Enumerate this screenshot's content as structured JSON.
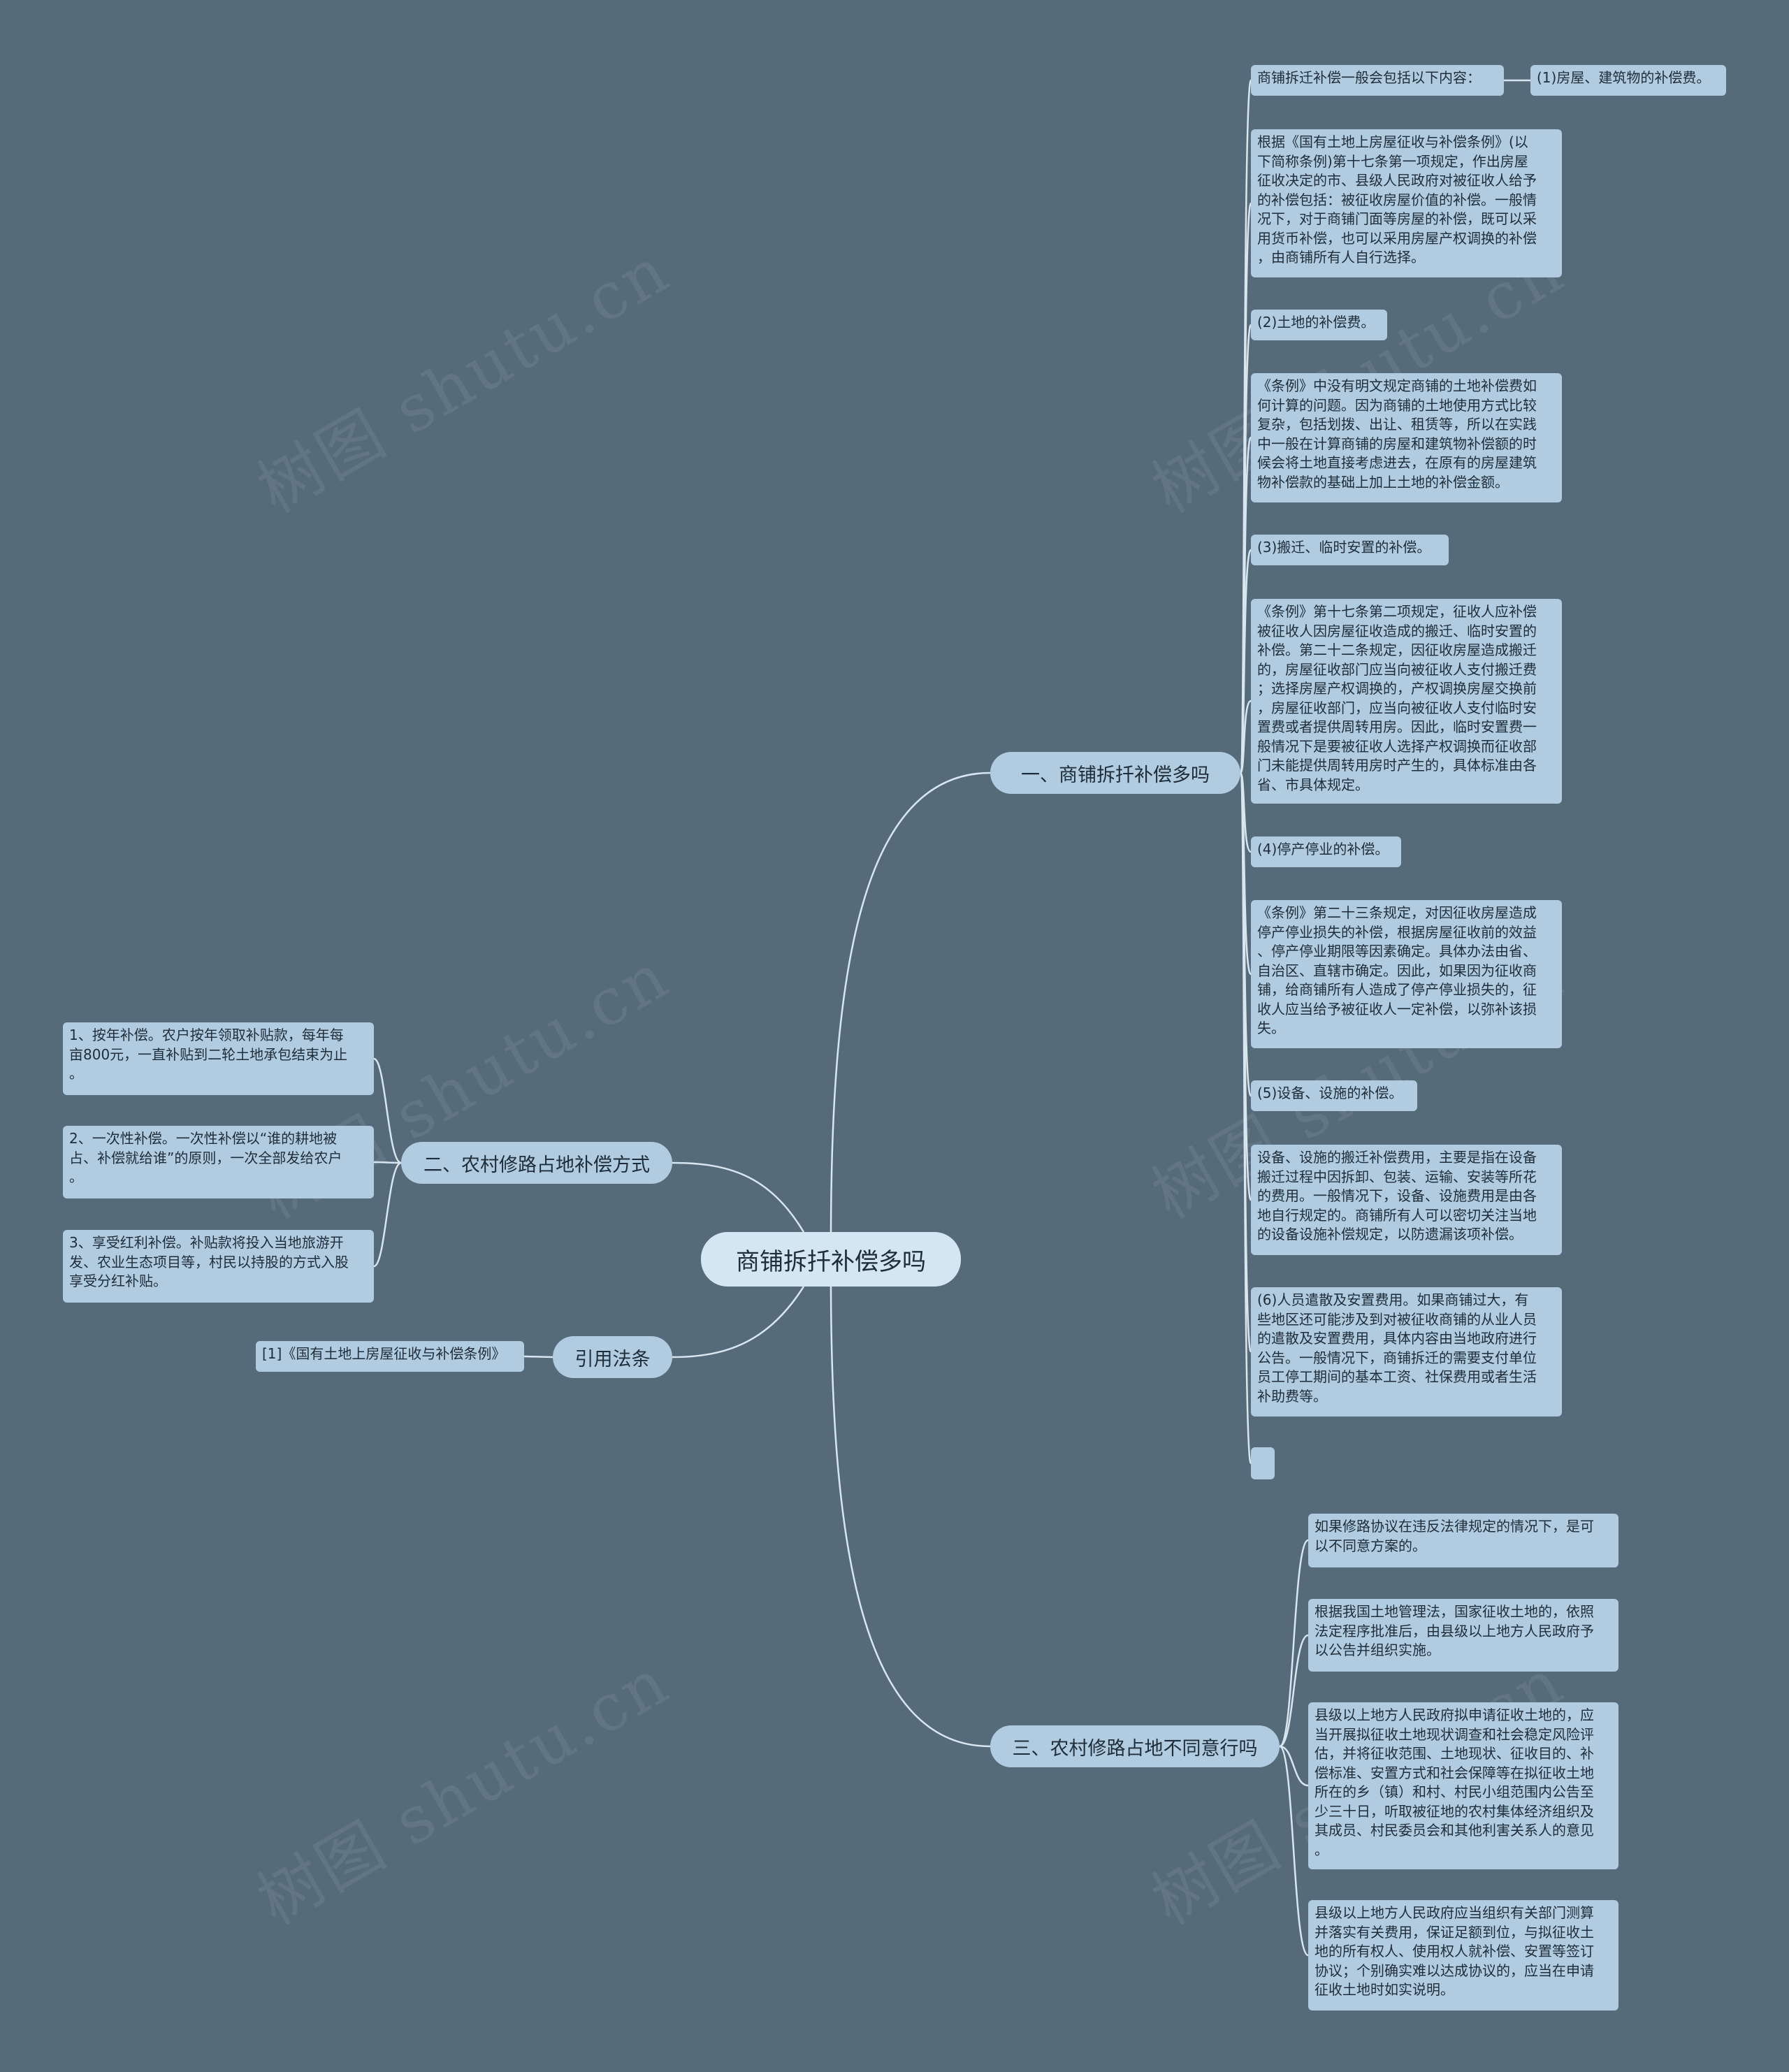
{
  "watermark": "树图 shutu.cn",
  "colors": {
    "background": "#566b7a",
    "root": "#d3e6f1",
    "node": "#b1cce0",
    "line": "#d8e6ef"
  },
  "root": {
    "label": "商铺拆扦补偿多吗"
  },
  "branches": {
    "b1": {
      "label": "一、商铺拆扦补偿多吗",
      "items": [
        "商铺拆迁补偿一般会包括以下内容：",
        "根据《国有土地上房屋征收与补偿条例》(以\n下简称条例)第十七条第一项规定，作出房屋\n征收决定的市、县级人民政府对被征收人给予\n的补偿包括：被征收房屋价值的补偿。一般情\n况下，对于商铺门面等房屋的补偿，既可以采\n用货币补偿，也可以采用房屋产权调换的补偿\n，由商铺所有人自行选择。",
        "(2)土地的补偿费。",
        "《条例》中没有明文规定商铺的土地补偿费如\n何计算的问题。因为商铺的土地使用方式比较\n复杂，包括划拨、出让、租赁等，所以在实践\n中一般在计算商铺的房屋和建筑物补偿额的时\n候会将土地直接考虑进去，在原有的房屋建筑\n物补偿款的基础上加上土地的补偿金额。",
        "(3)搬迁、临时安置的补偿。",
        "《条例》第十七条第二项规定，征收人应补偿\n被征收人因房屋征收造成的搬迁、临时安置的\n补偿。第二十二条规定，因征收房屋造成搬迁\n的，房屋征收部门应当向被征收人支付搬迁费\n；选择房屋产权调换的，产权调换房屋交换前\n，房屋征收部门，应当向被征收人支付临时安\n置费或者提供周转用房。因此，临时安置费一\n般情况下是要被征收人选择产权调换而征收部\n门未能提供周转用房时产生的，具体标准由各\n省、市具体规定。",
        "(4)停产停业的补偿。",
        "《条例》第二十三条规定，对因征收房屋造成\n停产停业损失的补偿，根据房屋征收前的效益\n、停产停业期限等因素确定。具体办法由省、\n自治区、直辖市确定。因此，如果因为征收商\n铺，给商铺所有人造成了停产停业损失的，征\n收人应当给予被征收人一定补偿，以弥补该损\n失。",
        "(5)设备、设施的补偿。",
        "设备、设施的搬迁补偿费用，主要是指在设备\n搬迁过程中因拆卸、包装、运输、安装等所花\n的费用。一般情况下，设备、设施费用是由各\n地自行规定的。商铺所有人可以密切关注当地\n的设备设施补偿规定，以防遗漏该项补偿。",
        "(6)人员遣散及安置费用。如果商铺过大，有\n些地区还可能涉及到对被征收商铺的从业人员\n的遣散及安置费用，具体内容由当地政府进行\n公告。一般情况下，商铺拆迁的需要支付单位\n员工停工期间的基本工资、社保费用或者生活\n补助费等。",
        ""
      ],
      "sub_item": "(1)房屋、建筑物的补偿费。"
    },
    "b2": {
      "label": "二、农村修路占地补偿方式",
      "items": [
        "1、按年补偿。农户按年领取补贴款，每年每\n亩800元，一直补贴到二轮土地承包结束为止\n。",
        "2、一次性补偿。一次性补偿以“谁的耕地被\n占、补偿就给谁”的原则，一次全部发给农户\n。",
        "3、享受红利补偿。补贴款将投入当地旅游开\n发、农业生态项目等，村民以持股的方式入股\n享受分红补贴。"
      ]
    },
    "b3": {
      "label": "引用法条",
      "items": [
        "[1]《国有土地上房屋征收与补偿条例》"
      ]
    },
    "b4": {
      "label": "三、农村修路占地不同意行吗",
      "items": [
        "如果修路协议在违反法律规定的情况下，是可\n以不同意方案的。",
        "根据我国土地管理法，国家征收土地的，依照\n法定程序批准后，由县级以上地方人民政府予\n以公告并组织实施。",
        "县级以上地方人民政府拟申请征收土地的，应\n当开展拟征收土地现状调查和社会稳定风险评\n估，并将征收范围、土地现状、征收目的、补\n偿标准、安置方式和社会保障等在拟征收土地\n所在的乡（镇）和村、村民小组范围内公告至\n少三十日，听取被征地的农村集体经济组织及\n其成员、村民委员会和其他利害关系人的意见\n。",
        "县级以上地方人民政府应当组织有关部门测算\n并落实有关费用，保证足额到位，与拟征收土\n地的所有权人、使用权人就补偿、安置等签订\n协议；个别确实难以达成协议的，应当在申请\n征收土地时如实说明。"
      ]
    }
  }
}
